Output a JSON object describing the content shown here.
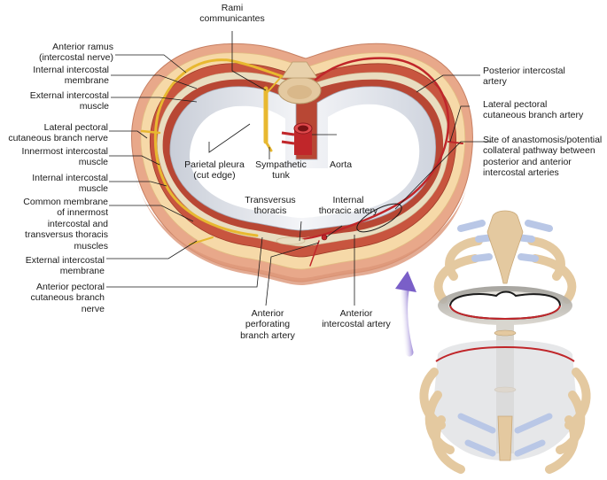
{
  "labels": {
    "rami_communicantes": "Rami\ncommunicantes",
    "anterior_ramus": "Anterior ramus\n(intercostal nerve)",
    "internal_intercostal_membrane": "Internal intercostal\nmembrane",
    "external_intercostal_muscle": "External intercostal\nmuscle",
    "lateral_pectoral_cutaneous_nerve": "Lateral pectoral\ncutaneous branch nerve",
    "innermost_intercostal_muscle": "Innermost intercostal\nmuscle",
    "internal_intercostal_muscle": "Internal intercostal\nmuscle",
    "common_membrane": "Common membrane\nof innermost\nintercostal and\ntransversus thoracis\nmuscles",
    "external_intercostal_membrane": "External intercostal\nmembrane",
    "anterior_pectoral_cutaneous_nerve": "Anterior pectoral\ncutaneous branch\nnerve",
    "parietal_pleura": "Parietal pleura\n(cut edge)",
    "sympathetic_trunk": "Sympathetic\ntunk",
    "aorta": "Aorta",
    "transversus_thoracis": "Transversus\nthoracis",
    "internal_thoracic_artery": "Internal\nthoracic artery",
    "anterior_perforating_artery": "Anterior\nperforating\nbranch artery",
    "anterior_intercostal_artery": "Anterior\nintercostal artery",
    "posterior_intercostal_artery": "Posterior intercostal\nartery",
    "lateral_pectoral_cutaneous_artery": "Lateral pectoral\ncutaneous branch artery",
    "anastomosis_site": "Site of anastomosis/potential\ncollateral pathway between\nposterior and anterior\nintercostal arteries"
  },
  "colors": {
    "skin": "#e8a88a",
    "fat": "#f6d9a8",
    "muscle": "#c8553f",
    "rib": "#e9ddc0",
    "pleura": "#dfe3ea",
    "nerve": "#e8b830",
    "artery": "#c0262a",
    "cartilage": "#b9c7e6",
    "bone": "#e4c9a0"
  }
}
